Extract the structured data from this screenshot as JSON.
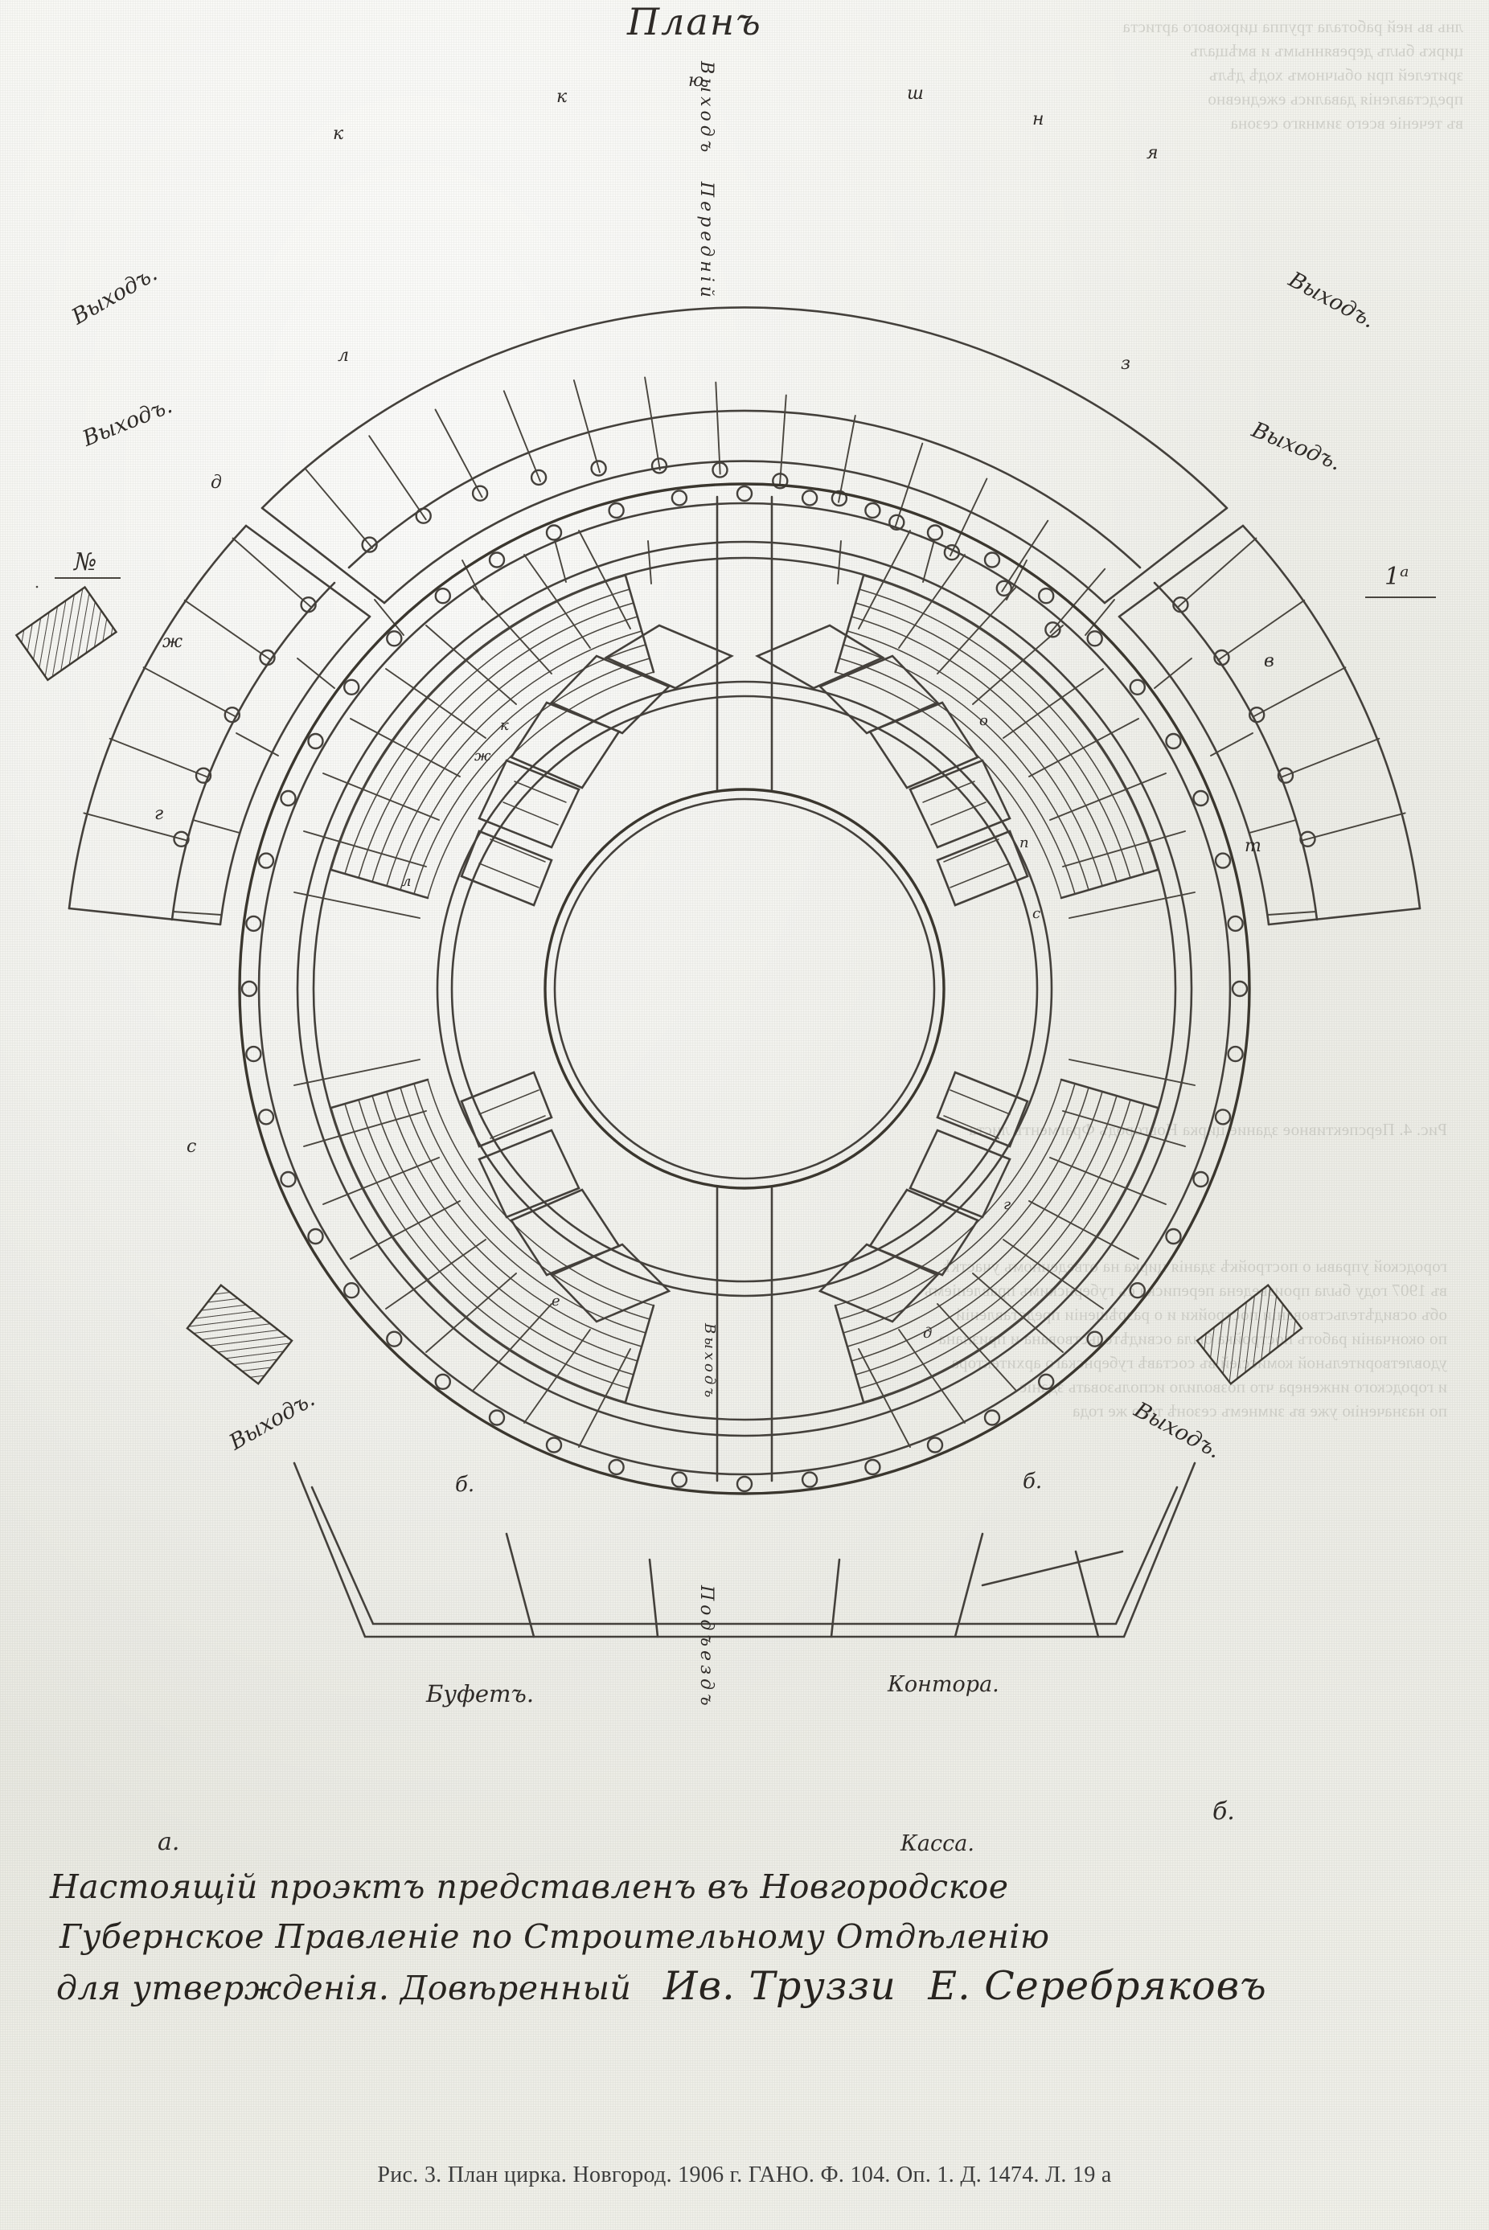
{
  "document": {
    "title_handwritten": "Планъ",
    "caption": "Рис. 3. План цирка. Новгород. 1906 г. ГАНО. Ф. 104. Оп. 1. Д. 1474. Л. 19 а",
    "caption_parts": {
      "figure_number": "Рис. 3.",
      "subject": "План цирка.",
      "city": "Новгород.",
      "year": "1906 г.",
      "archive": "ГАНО.",
      "fond": "Ф. 104.",
      "opis": "Оп. 1.",
      "delo": "Д. 1474.",
      "list": "Л. 19 а"
    }
  },
  "inscription": {
    "line1": "Настоящiй проэктъ представленъ въ Новгородское",
    "line2": "Губернское Правленiе по Строительному Отдѣленiю",
    "line3_text": "для утвержденiя. Довѣренный",
    "signature1": "Ив. Труззи",
    "signature2": "Е. Серебряковъ"
  },
  "rooms": [
    {
      "id": "buffet",
      "label": "Буфетъ."
    },
    {
      "id": "office",
      "label": "Контора."
    },
    {
      "id": "box-office",
      "label": "Касса."
    },
    {
      "id": "porch",
      "label": "Подъездъ"
    }
  ],
  "exits": [
    {
      "id": "exit-nw-outer",
      "label": "Выходъ."
    },
    {
      "id": "exit-ne-outer",
      "label": "Выходъ."
    },
    {
      "id": "exit-w-mid",
      "label": "Выходъ."
    },
    {
      "id": "exit-e-mid",
      "label": "Выходъ."
    },
    {
      "id": "exit-sw-box",
      "label": "Выходъ."
    },
    {
      "id": "exit-se-box",
      "label": "Выходъ."
    },
    {
      "id": "exit-top-vert",
      "label": "Выходъ"
    },
    {
      "id": "exit-bottom-vert",
      "label": "Выходъ"
    }
  ],
  "vertical_labels": {
    "upper_center": "Выходъ",
    "mid_center": "Передній",
    "lower_center": "Подъездъ"
  },
  "section_marks": {
    "left": "№",
    "right": "1ᵃ",
    "bottom_left": "а.",
    "bottom_right": "б.",
    "mid_left": "б.",
    "mid_right": "б."
  },
  "seat_letters": {
    "outer_ring": [
      "ю",
      "к",
      "к",
      "ш",
      "н",
      "я"
    ],
    "middle_ring": [
      "л",
      "д",
      "ж",
      "г",
      "с",
      "т",
      "в",
      "з"
    ],
    "inner_ring": [
      "ж",
      "к",
      "л",
      "о",
      "п",
      "с",
      "г",
      "д",
      "е"
    ]
  },
  "colors": {
    "ink": "#2f2b28",
    "paper": "#ecece6",
    "line": "#4a4640",
    "caption": "#3d3d3d"
  }
}
